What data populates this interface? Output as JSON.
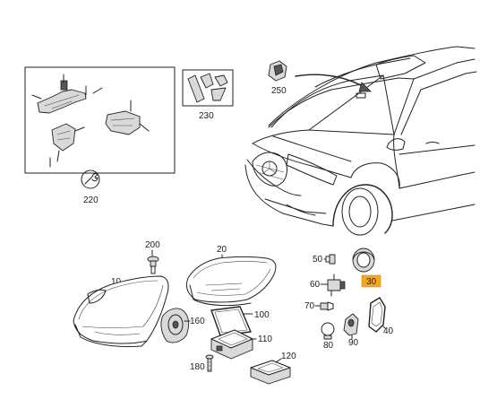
{
  "colors": {
    "line": "#222222",
    "highlight": "#f5a623",
    "background": "#ffffff"
  },
  "parts": [
    {
      "id": "p220",
      "label": "220"
    },
    {
      "id": "p230",
      "label": "230"
    },
    {
      "id": "p250",
      "label": "250"
    },
    {
      "id": "p200",
      "label": "200"
    },
    {
      "id": "p10",
      "label": "10"
    },
    {
      "id": "p20",
      "label": "20"
    },
    {
      "id": "p100",
      "label": "100"
    },
    {
      "id": "p160",
      "label": "160"
    },
    {
      "id": "p110",
      "label": "110"
    },
    {
      "id": "p180",
      "label": "180"
    },
    {
      "id": "p120",
      "label": "120"
    },
    {
      "id": "p50",
      "label": "50"
    },
    {
      "id": "p60",
      "label": "60"
    },
    {
      "id": "p70",
      "label": "70"
    },
    {
      "id": "p80",
      "label": "80"
    },
    {
      "id": "p90",
      "label": "90"
    },
    {
      "id": "p30",
      "label": "30",
      "highlighted": true
    },
    {
      "id": "p40",
      "label": "40"
    }
  ]
}
